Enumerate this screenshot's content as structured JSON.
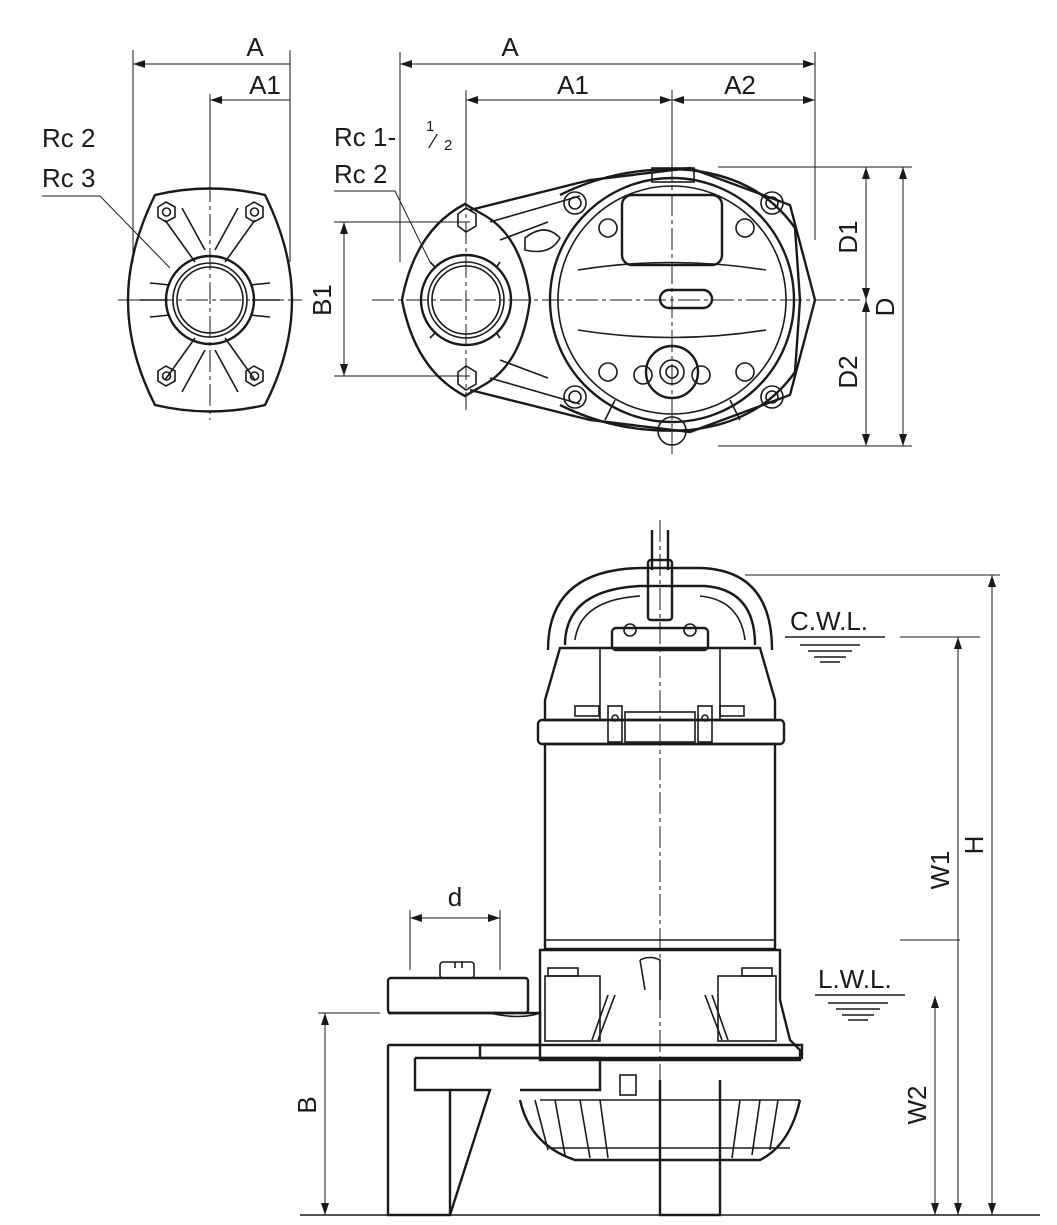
{
  "labels": {
    "left_A": "A",
    "left_A1": "A1",
    "left_port1": "Rc 2",
    "left_port2": "Rc 3",
    "top_A": "A",
    "top_A1": "A1",
    "top_A2": "A2",
    "top_port1_main": "Rc 1-",
    "top_port1_frac_num": "1",
    "top_port1_frac_den": "2",
    "top_port2": "Rc 2",
    "B1": "B1",
    "D1": "D1",
    "D": "D",
    "D2": "D2",
    "d": "d",
    "CWL": "C.W.L.",
    "LWL": "L.W.L.",
    "W1": "W1",
    "H": "H",
    "W2": "W2",
    "B": "B"
  }
}
